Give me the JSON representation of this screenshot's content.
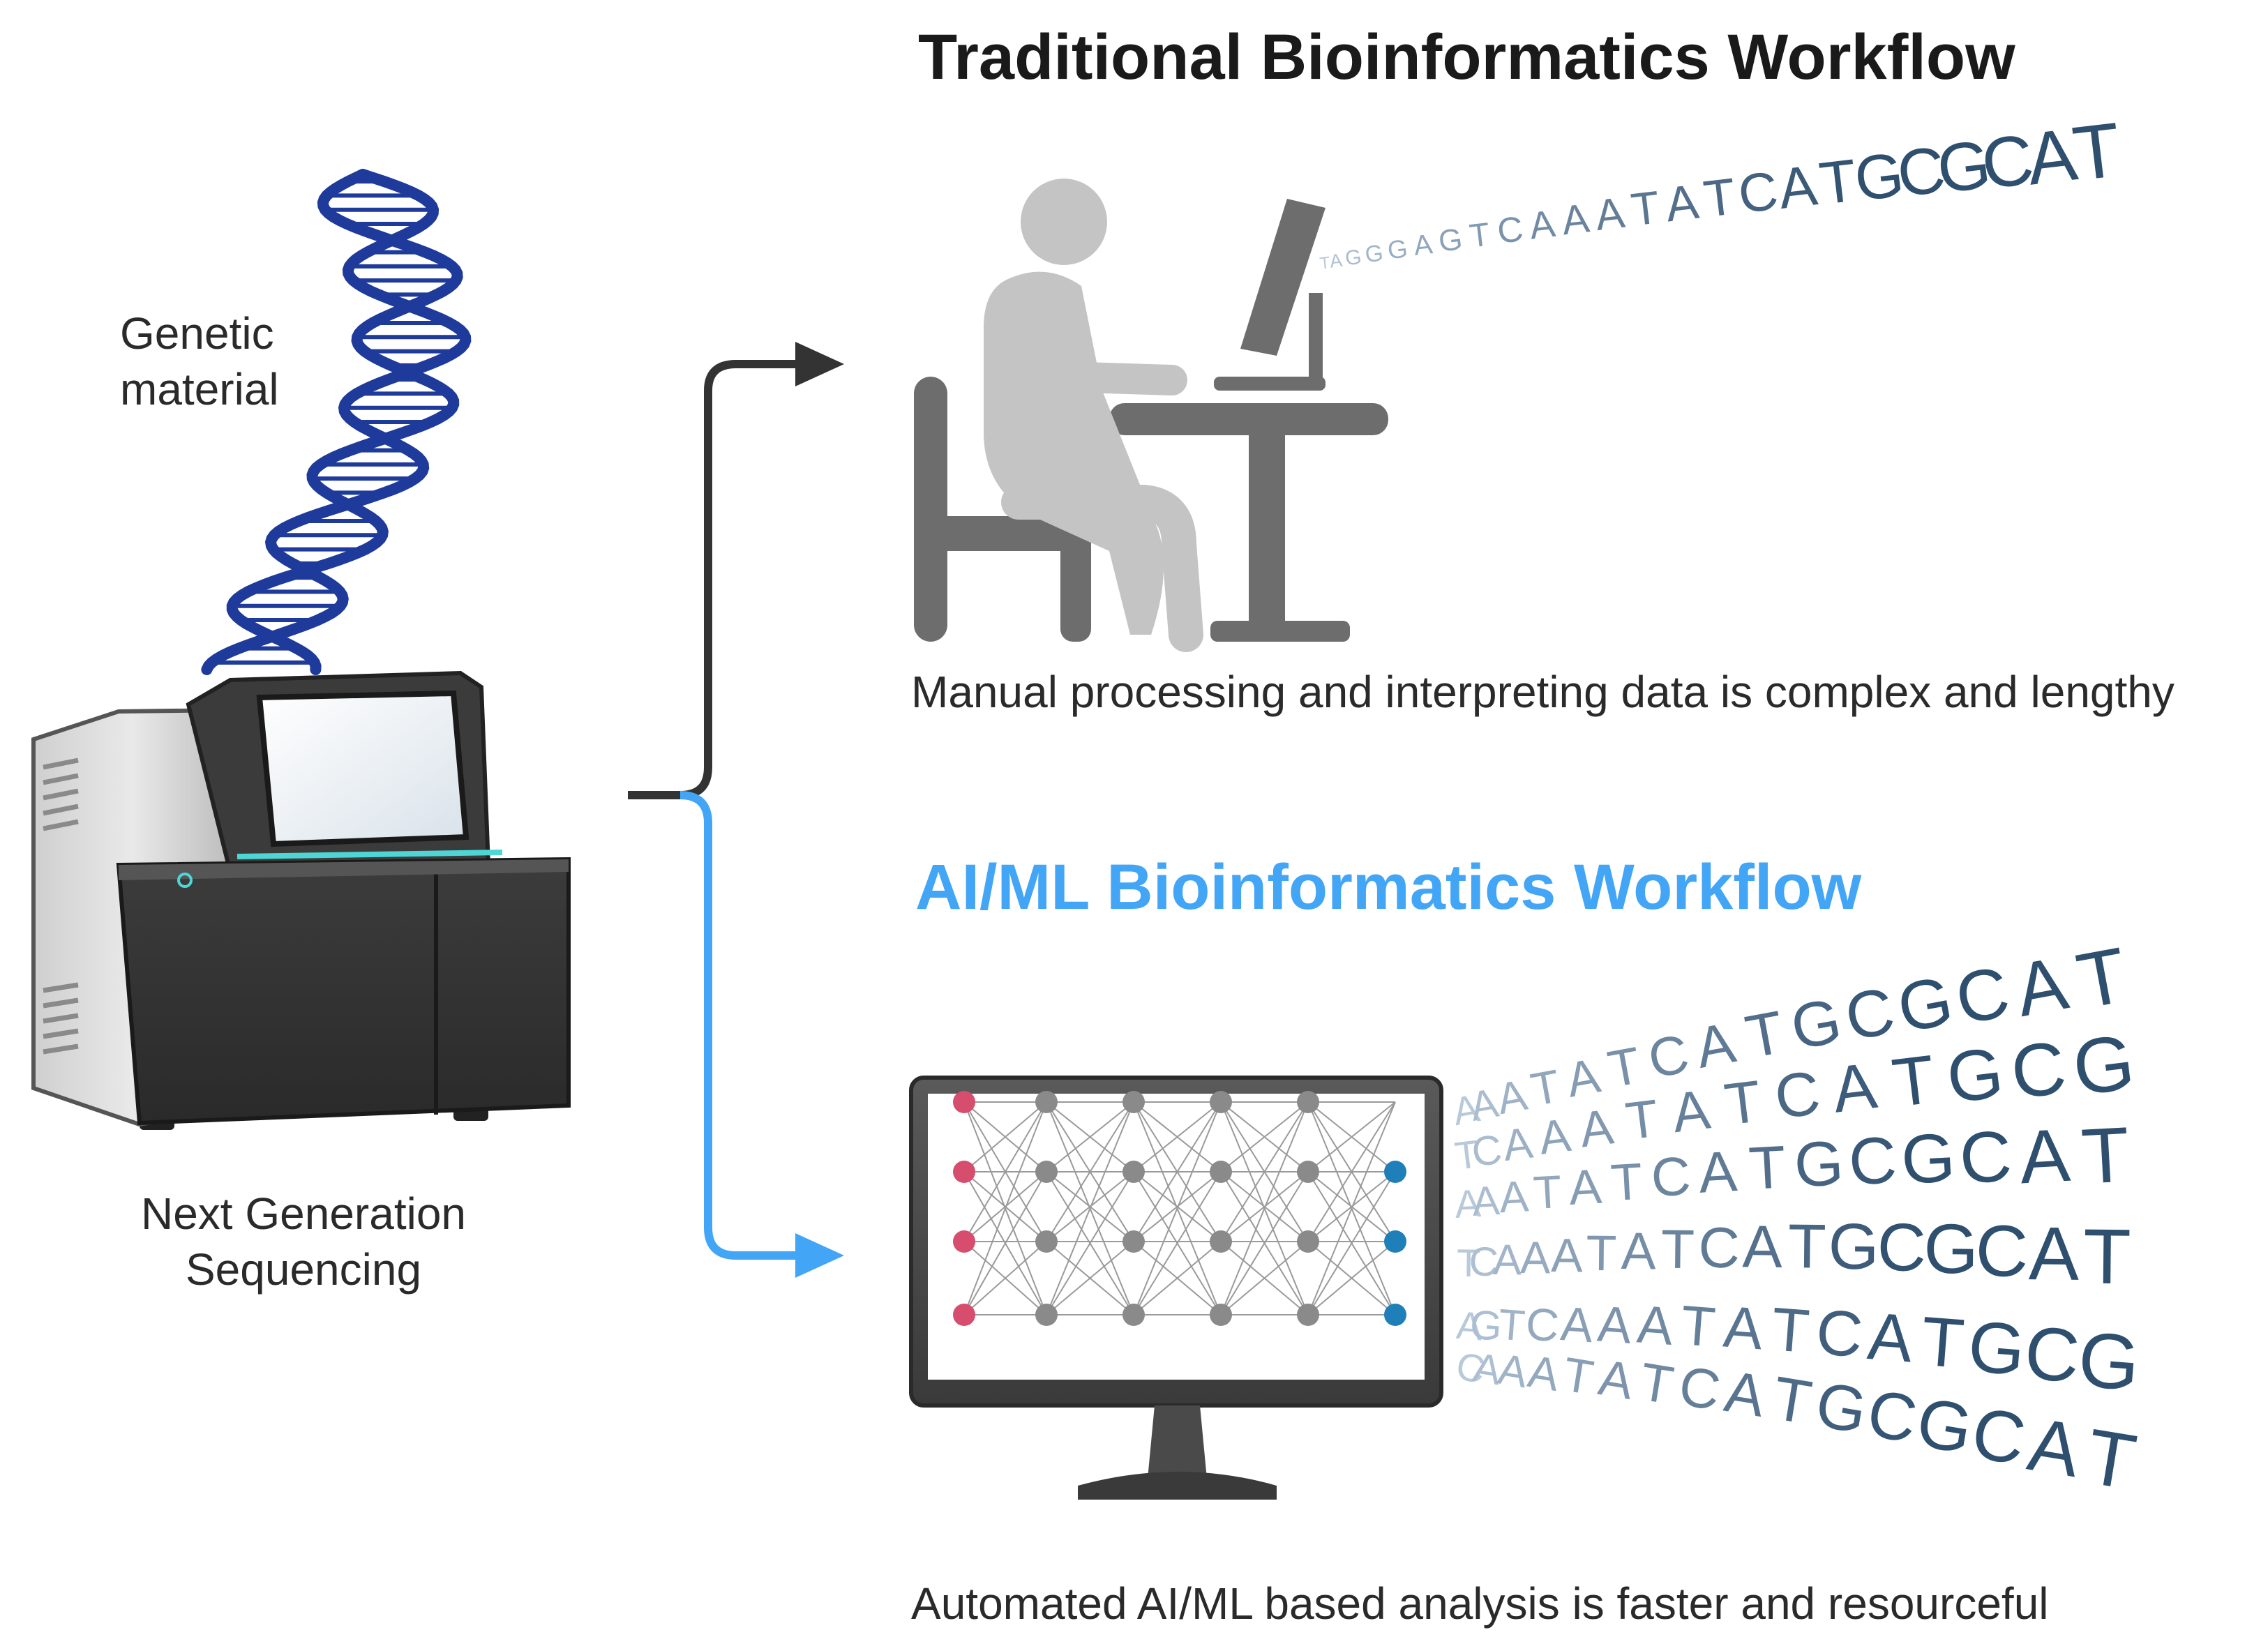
{
  "figure": {
    "traditional": {
      "title": "Traditional Bioinformatics Workflow",
      "caption": "Manual processing and interpreting data is complex and lengthy",
      "sequence": "TAGGGAGTCAAATATCATGCGCAT"
    },
    "ai_ml": {
      "title": "AI/ML Bioinformatics Workflow",
      "caption": "Automated AI/ML based analysis is faster and resourceful",
      "sequences": [
        "AAATATCATGCGCAT",
        "TCAAATATCATGCG",
        "AAATATCATGCGCAT",
        "TCAAATATCATGCGCAT",
        "AGTCAAATATCATGCG",
        "CAAATATCATGCGCAT"
      ]
    },
    "source": {
      "genetic_label_line1": "Genetic",
      "genetic_label_line2": "material",
      "sequencer_label_line1": "Next Generation",
      "sequencer_label_line2": "Sequencing"
    },
    "colors": {
      "dna": "#1e3a9a",
      "trad_arrow": "#333333",
      "ai_arrow": "#42a5f5",
      "ai_title": "#42a5f5",
      "input_node": "#d64d6e",
      "hidden_node": "#8a8a8a",
      "output_node": "#1f7fb8",
      "sequence_dark": "#2f4f6f",
      "sequence_light": "#b8c9da"
    }
  }
}
